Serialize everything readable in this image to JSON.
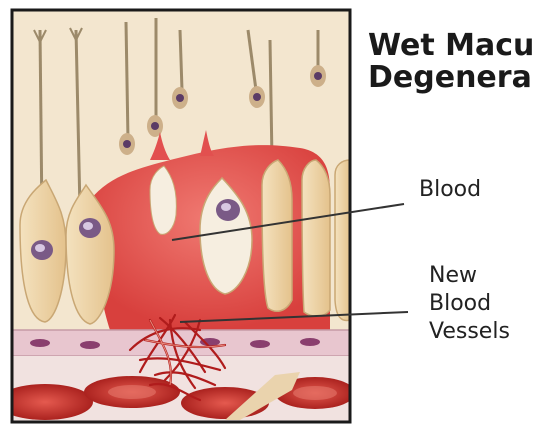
{
  "title": {
    "line1": "Wet Macu",
    "line2": "Degenera"
  },
  "labels": {
    "blood": "Blood",
    "new_vessels": [
      "New",
      "Blood",
      "Vessels"
    ]
  },
  "colors": {
    "frame": "#1a1a1a",
    "background": "#ffffff",
    "tissue_background": "#f3e6cf",
    "blood_pool": "#e2504f",
    "blood_dark": "#b4211f",
    "cell_body": "#f1d9ad",
    "nucleus": "#5b3b66",
    "membrane": "#e8c6cf",
    "vessel": "#b01c1c",
    "leader_line": "#333333",
    "text": "#1a1a1a"
  }
}
